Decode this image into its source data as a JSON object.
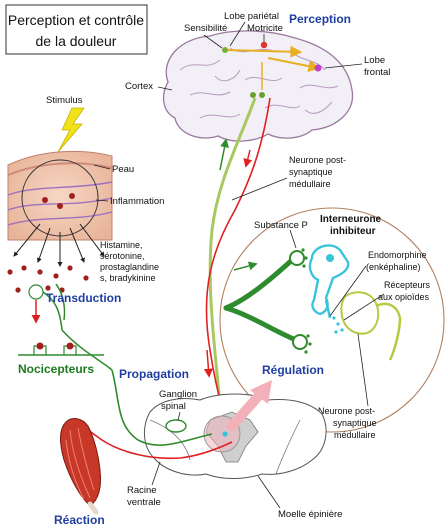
{
  "title": {
    "line1": "Perception et contrôle",
    "line2": "de  la  douleur"
  },
  "labels": {
    "lobe_parietal": "Lobe pariétal",
    "sensibilite": "Sensibilité",
    "motricite": "Motricite",
    "perception": "Perception",
    "lobe_frontal_1": "Lobe",
    "lobe_frontal_2": "frontal",
    "cortex": "Cortex",
    "stimulus": "Stimulus",
    "peau": "Peau",
    "inflammation": "Inflammation",
    "neurone_post_1": [
      "Neurone post-",
      "synaptique",
      "médullaire"
    ],
    "substance_p": "Substance P",
    "interneurone": [
      "Interneurone",
      "inhibiteur"
    ],
    "endomorphine": [
      "Endomorphine",
      "(enképhaline)"
    ],
    "recepteurs": [
      "Récepteurs",
      "aux opioïdes"
    ],
    "histamine": [
      "Histamine,",
      "sérotonine,",
      "prostaglandine",
      "s, bradykinine"
    ],
    "transduction": "Transduction",
    "nocicepteurs": "Nocicepteurs",
    "propagation": "Propagation",
    "regulation": "Régulation",
    "ganglion": [
      "Ganglion",
      "spinal"
    ],
    "neurone_post_2": [
      "Neurone post-",
      "synaptique",
      "médullaire"
    ],
    "reaction": "Réaction",
    "racine": [
      "Racine",
      "ventrale"
    ],
    "moelle": "Moelle épinière"
  },
  "colors": {
    "sensory_pathway": "#2e8b2e",
    "motor_pathway": "#e02020",
    "ascending_pathway": "#a8c860",
    "interneuron": "#39c4dc",
    "receptor_neuron": "#b8c840",
    "brain_outline": "#9a7aa0",
    "lobe_arrow": "#e8b020",
    "frontal_dot": "#c040c0",
    "regulation_circle": "#b08060",
    "label_blue": "#1f3fa0",
    "label_green": "#1e7a1e"
  }
}
